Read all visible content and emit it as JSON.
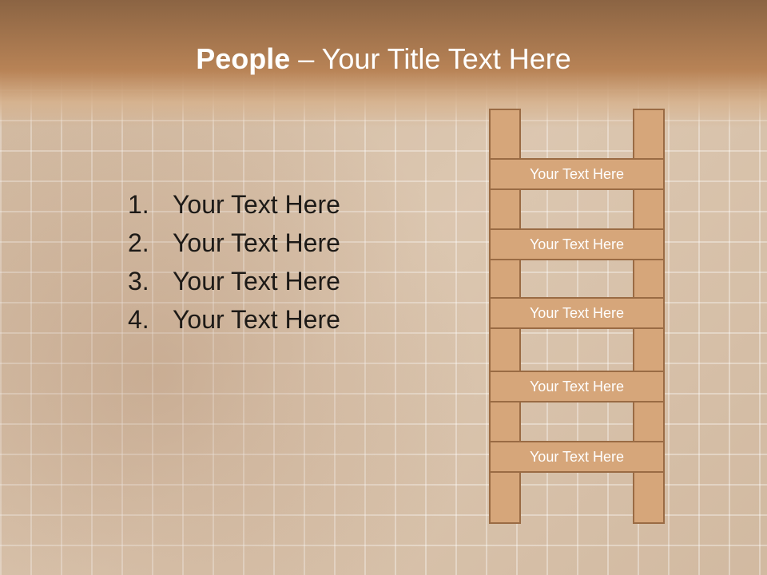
{
  "title": {
    "bold": "People",
    "rest": " – Your Title Text Here"
  },
  "list": [
    {
      "number": "1.",
      "text": "Your Text Here"
    },
    {
      "number": "2.",
      "text": "Your Text Here"
    },
    {
      "number": "3.",
      "text": "Your Text Here"
    },
    {
      "number": "4.",
      "text": "Your Text Here"
    }
  ],
  "ladder": {
    "rungs": [
      "Your Text Here",
      "Your Text Here",
      "Your Text Here",
      "Your Text Here",
      "Your Text Here"
    ]
  },
  "colors": {
    "header": "#b88356",
    "ladder_fill": "#d6a67a",
    "ladder_border": "#9a6b44",
    "text_dark": "#1d1a17"
  }
}
